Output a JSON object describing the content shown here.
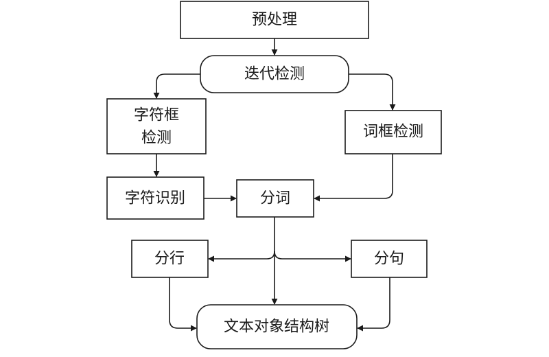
{
  "nodes": {
    "preprocess": "预处理",
    "iterative_detection": "迭代检测",
    "char_box_detection_line1": "字符框",
    "char_box_detection_line2": "检测",
    "word_box_detection": "词框检测",
    "char_recognition": "字符识别",
    "segmentation": "分词",
    "line_split": "分行",
    "sentence_split": "分句",
    "text_object_tree": "文本对象结构树"
  }
}
